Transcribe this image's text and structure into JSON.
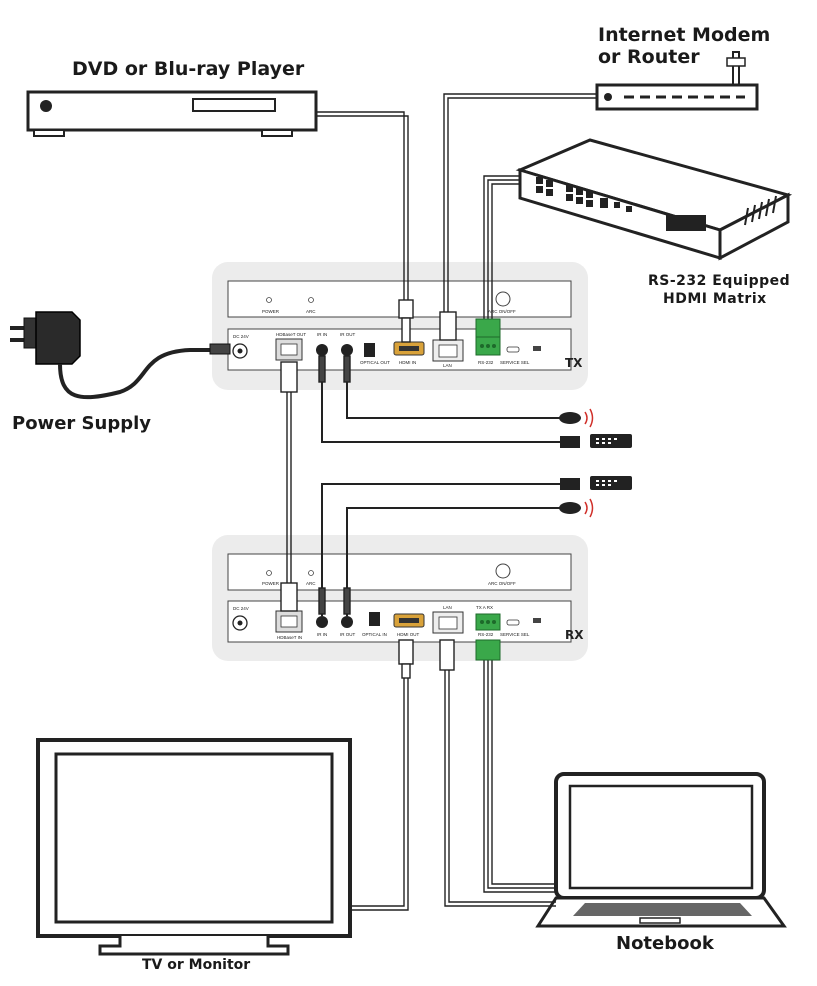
{
  "devices": {
    "dvd": "DVD or Blu-ray Player",
    "modem_line1": "Internet Modem",
    "modem_line2": "or Router",
    "matrix_line1": "RS-232 Equipped",
    "matrix_line2": "HDMI Matrix",
    "power": "Power Supply",
    "tv": "TV or Monitor",
    "notebook": "Notebook"
  },
  "tx": {
    "tag": "TX",
    "power": "POWER",
    "arc": "ARC",
    "arc_onoff": "ARC ON/OFF",
    "dc": "DC 24V",
    "hdbaset": "HDBaseT OUT",
    "ir_in": "IR IN",
    "ir_out": "IR OUT",
    "optical": "OPTICAL OUT",
    "hdmi": "HDMI IN",
    "lan": "LAN",
    "rs232": "RS-232",
    "service": "SERVICE SEL"
  },
  "rx": {
    "tag": "RX",
    "power": "POWER",
    "arc": "ARC",
    "arc_onoff": "ARC ON/OFF",
    "dc": "DC 24V",
    "hdbaset": "HDBaseT IN",
    "ir_in": "IR IN",
    "ir_out": "IR OUT",
    "optical": "OPTICAL IN",
    "hdmi": "HDMI OUT",
    "lan": "LAN",
    "rs232": "RS-232",
    "txarx": "TX  A  RX",
    "service": "SERVICE SEL"
  },
  "colors": {
    "background": "#ffffff",
    "panel_bg": "#ececec",
    "line": "#222222",
    "terminal_green": "#3aa84a",
    "ir_wave": "#d0302a"
  },
  "icons": [
    "power-adapter-icon",
    "ir-emitter-icon",
    "ir-receiver-icon",
    "remote-control-icon",
    "router-antenna-icon"
  ]
}
